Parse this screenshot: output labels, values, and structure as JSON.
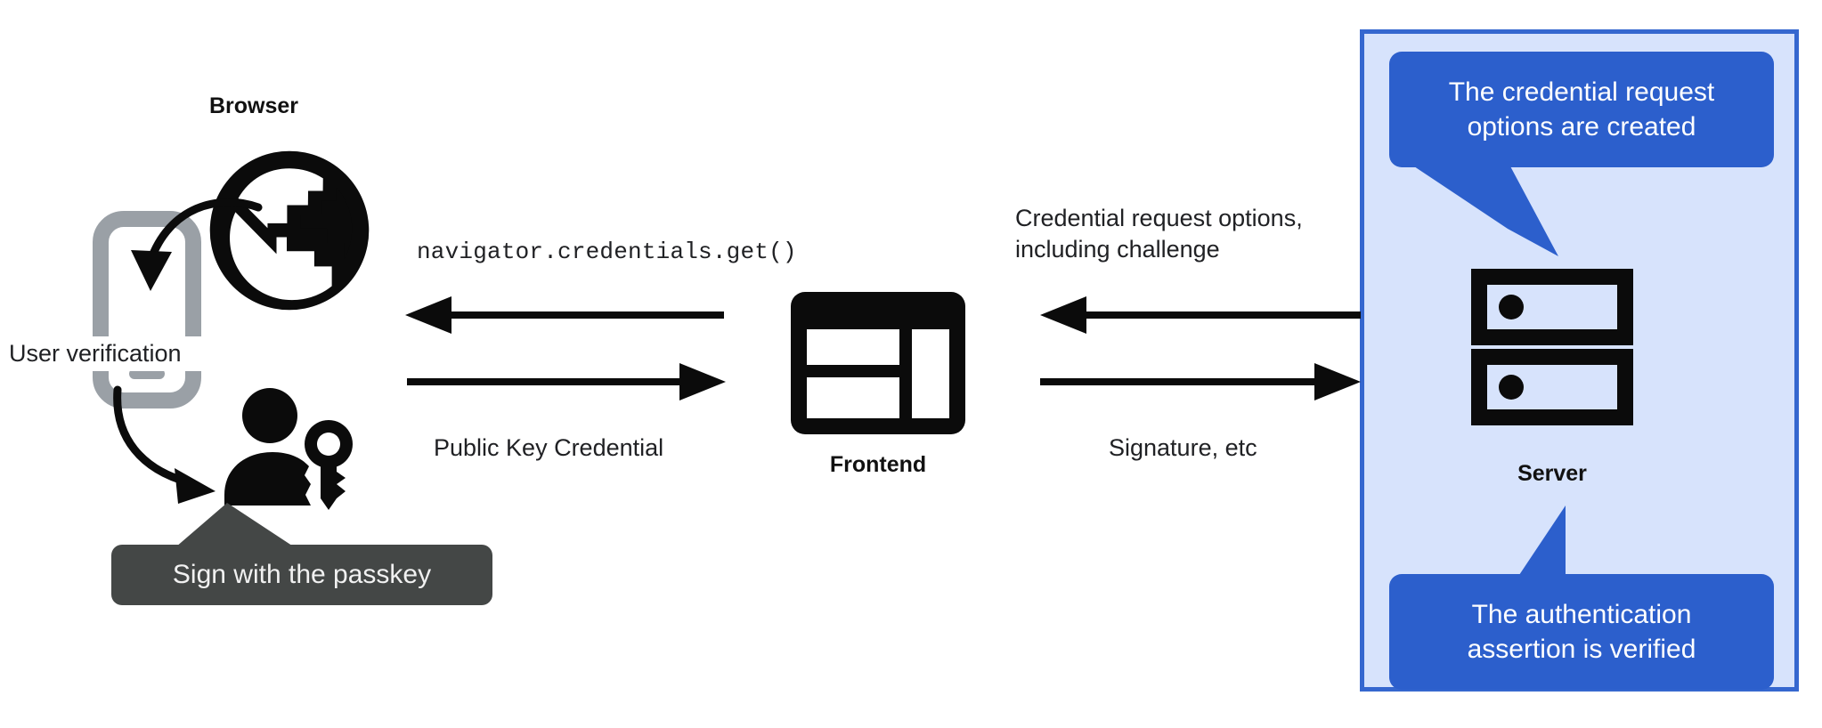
{
  "diagram": {
    "title": "WebAuthn passkey authentication flow",
    "colors": {
      "panel_fill": "#d7e3fc",
      "panel_border": "#3567cf",
      "callout_blue": "#2c5fcc",
      "tooltip_gray": "#444746",
      "device_gray": "#9aa0a6",
      "ink": "#111111"
    }
  },
  "browser": {
    "label": "Browser",
    "icon": "globe-icon"
  },
  "device": {
    "icon": "mobile-device-icon",
    "verification_label": "User verification"
  },
  "user": {
    "icon": "person-with-key-icon",
    "tooltip": "Sign with the passkey"
  },
  "frontend": {
    "label": "Frontend",
    "icon": "web-layout-icon"
  },
  "server": {
    "label": "Server",
    "icon": "server-rack-icon",
    "callout_top": "The credential request\noptions are created",
    "callout_bottom": "The authentication\nassertion is verified"
  },
  "flows": {
    "browser_to_frontend_top": "navigator.credentials.get()",
    "browser_to_frontend_bottom": "Public Key Credential",
    "frontend_to_server_top": "Credential request options,\nincluding challenge",
    "frontend_to_server_bottom": "Signature, etc"
  }
}
